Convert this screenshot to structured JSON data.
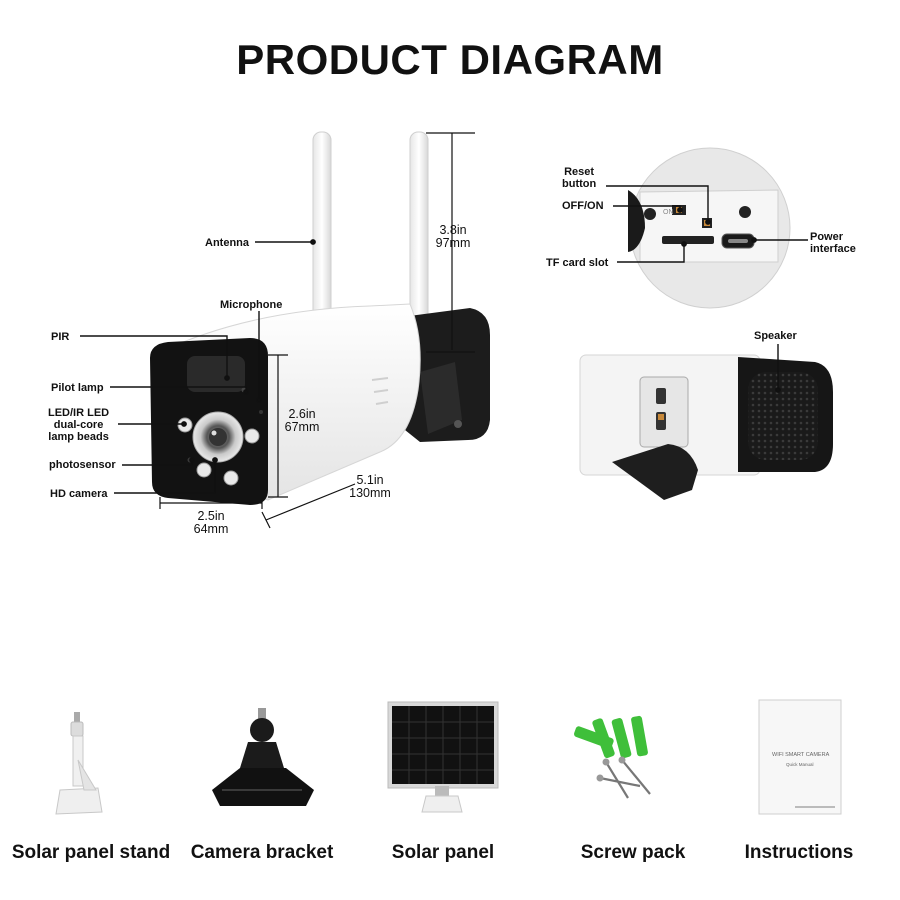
{
  "title": "PRODUCT DIAGRAM",
  "callouts": {
    "antenna": "Antenna",
    "microphone": "Microphone",
    "pir": "PIR",
    "pilot_lamp": "Pilot lamp",
    "led_line1": "LED/IR LED",
    "led_line2": "dual-core",
    "led_line3": "lamp beads",
    "photosensor": "photosensor",
    "hd_camera": "HD camera",
    "reset_line1": "Reset",
    "reset_line2": "button",
    "off_on": "OFF/ON",
    "tf_card_slot": "TF card slot",
    "power_line1": "Power",
    "power_line2": "interface",
    "speaker": "Speaker"
  },
  "dimensions": {
    "antenna_height": {
      "imperial": "3.8in",
      "metric": "97mm"
    },
    "body_height": {
      "imperial": "2.6in",
      "metric": "67mm"
    },
    "body_width": {
      "imperial": "2.5in",
      "metric": "64mm"
    },
    "body_length": {
      "imperial": "5.1in",
      "metric": "130mm"
    }
  },
  "accessories": [
    {
      "label": "Solar panel stand",
      "icon": "wall-stand-icon"
    },
    {
      "label": "Camera bracket",
      "icon": "bracket-icon"
    },
    {
      "label": "Solar panel",
      "icon": "solar-panel-icon"
    },
    {
      "label": "Screw pack",
      "icon": "screws-icon"
    },
    {
      "label": "Instructions",
      "icon": "manual-icon"
    }
  ],
  "manual_text": {
    "line1": "WIFI SMART CAMERA",
    "line2": "Quick Manual"
  },
  "colors": {
    "camera_body": "#f4f4f4",
    "camera_dark": "#151515",
    "anchor_green": "#3fbf3a"
  }
}
